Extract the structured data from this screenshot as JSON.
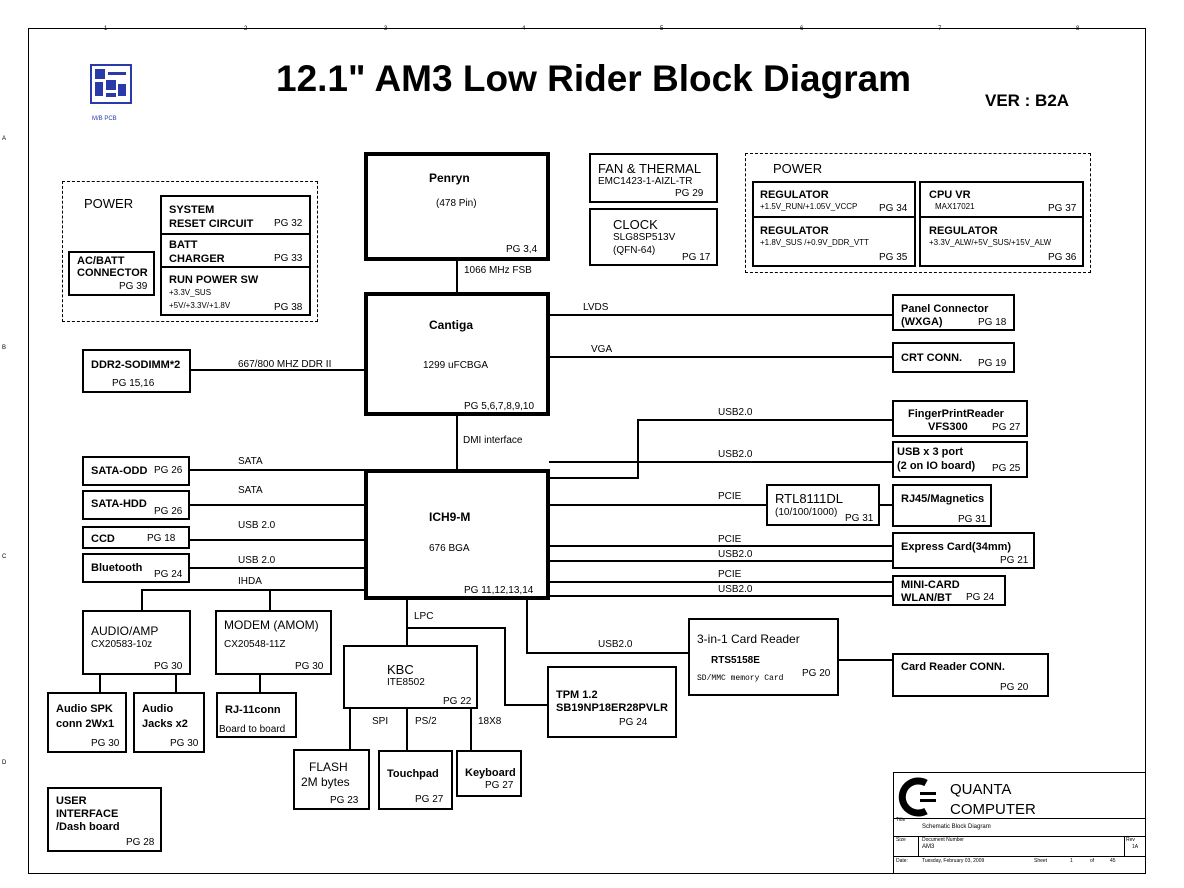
{
  "header": {
    "title": "12.1\" AM3  Low Rider  Block Diagram",
    "version": "VER : B2A",
    "logo_caption": "M/B PCB"
  },
  "border_marks": {
    "top": [
      "1",
      "2",
      "3",
      "4",
      "5",
      "6",
      "7",
      "8"
    ],
    "left": [
      "A",
      "B",
      "C",
      "D"
    ]
  },
  "power_left": {
    "label": "POWER",
    "acbatt": [
      "AC/BATT",
      "CONNECTOR",
      "PG 39"
    ],
    "sysreset": [
      "SYSTEM",
      "RESET CIRCUIT",
      "PG 32"
    ],
    "batt": [
      "BATT",
      "CHARGER",
      "PG 33"
    ],
    "runpower": [
      "RUN POWER SW",
      "+3.3V_SUS",
      "+5V/+3.3V/+1.8V",
      "PG 38"
    ]
  },
  "cpu": {
    "name": "Penryn",
    "pins": "(478 Pin)",
    "pg": "PG 3,4",
    "fsb": "1066 MHz FSB"
  },
  "fan": {
    "name": "FAN & THERMAL",
    "part": "EMC1423-1-AIZL-TR",
    "pg": "PG 29"
  },
  "clock": {
    "name": "CLOCK",
    "part": "SLG8SP513V",
    "pkg": "(QFN-64)",
    "pg": "PG 17"
  },
  "power_right": {
    "label": "POWER",
    "reg1": [
      "REGULATOR",
      "+1.5V_RUN/+1.05V_VCCP",
      "PG 34"
    ],
    "cpuvr": [
      "CPU VR",
      "MAX17021",
      "PG 37"
    ],
    "reg2": [
      "REGULATOR",
      "+1.8V_SUS /+0.9V_DDR_VTT",
      "PG 35"
    ],
    "reg3": [
      "REGULATOR",
      "+3.3V_ALW/+5V_SUS/+15V_ALW",
      "PG 36"
    ]
  },
  "nb": {
    "name": "Cantiga",
    "pkg": "1299 uFCBGA",
    "pg": "PG 5,6,7,8,9,10",
    "dmi": "DMI interface"
  },
  "ddr": {
    "name": "DDR2-SODIMM*2",
    "pg": "PG 15,16",
    "bus": "667/800 MHZ DDR II"
  },
  "panel": {
    "name": "Panel Connector",
    "sub": "(WXGA)",
    "pg": "PG 18",
    "bus": "LVDS"
  },
  "crt": {
    "name": "CRT CONN.",
    "pg": "PG 19",
    "bus": "VGA"
  },
  "sb": {
    "name": "ICH9-M",
    "pkg": "676 BGA",
    "pg": "PG 11,12,13,14"
  },
  "left_devices": {
    "odd": {
      "name": "SATA-ODD",
      "pg": "PG 26",
      "bus": "SATA"
    },
    "hdd": {
      "name": "SATA-HDD",
      "pg": "PG 26",
      "bus": "SATA"
    },
    "ccd": {
      "name": "CCD",
      "pg": "PG 18",
      "bus": "USB 2.0"
    },
    "bt": {
      "name": "Bluetooth",
      "pg": "PG 24",
      "bus": "USB 2.0"
    },
    "ihda": "IHDA"
  },
  "right_devices": {
    "fpr": {
      "name": "FingerPrintReader",
      "part": "VFS300",
      "pg": "PG 27",
      "bus": "USB2.0"
    },
    "usb": {
      "name": "USB x 3 port",
      "sub": "(2 on IO board)",
      "pg": "PG 25",
      "bus": "USB2.0"
    },
    "rtl": {
      "name": "RTL8111DL",
      "sub": "(10/100/1000)",
      "pg": "PG 31",
      "bus": "PCIE"
    },
    "rj45": {
      "name": "RJ45/Magnetics",
      "pg": "PG 31"
    },
    "express": {
      "name": "Express Card(34mm)",
      "pg": "PG 21",
      "bus1": "PCIE",
      "bus2": "USB2.0"
    },
    "minicard": {
      "name": "MINI-CARD",
      "sub": "WLAN/BT",
      "pg": "PG 24",
      "bus1": "PCIE",
      "bus2": "USB2.0"
    },
    "cardreader": {
      "name": "3-in-1 Card Reader",
      "part": "RTS5158E",
      "sub": "SD/MMC memory Card",
      "pg": "PG 20",
      "bus": "USB2.0"
    },
    "crconn": {
      "name": "Card Reader CONN.",
      "pg": "PG 20"
    }
  },
  "audio": {
    "name": "AUDIO/AMP",
    "part": "CX20583-10z",
    "pg": "PG 30"
  },
  "modem": {
    "name": "MODEM (AMOM)",
    "part": "CX20548-11Z",
    "pg": "PG 30"
  },
  "spk": [
    "Audio  SPK",
    "conn 2Wx1",
    "PG 30"
  ],
  "jacks": [
    "Audio",
    "Jacks x2",
    "PG 30"
  ],
  "rj11": [
    "RJ-11conn",
    "Board to board"
  ],
  "kbc": {
    "name": "KBC",
    "part": "ITE8502",
    "pg": "PG 22",
    "lpc": "LPC",
    "spi": "SPI",
    "ps2": "PS/2",
    "kb": "18X8"
  },
  "tpm": {
    "name": "TPM 1.2",
    "part": "SB19NP18ER28PVLR",
    "pg": "PG 24"
  },
  "flash": [
    "FLASH",
    "2M bytes",
    "PG 23"
  ],
  "touchpad": [
    "Touchpad",
    "PG 27"
  ],
  "keyboard": [
    "Keyboard",
    "PG 27"
  ],
  "ui": [
    "USER",
    "INTERFACE",
    "/Dash board",
    "PG 28"
  ],
  "titleblock": {
    "company1": "QUANTA",
    "company2": "COMPUTER",
    "title_label": "Title",
    "title_value": "Schematic Block Diagram",
    "size_label": "Size",
    "size_value": "",
    "docnum_label": "Document Number",
    "docnum_value": "AM3",
    "rev_label": "Rev",
    "rev_value": "1A",
    "date_label": "Date:",
    "date_value": "Tuesday, February 03, 2009",
    "sheet_label": "Sheet",
    "sheet_num": "1",
    "of_label": "of",
    "sheet_total": "45"
  }
}
